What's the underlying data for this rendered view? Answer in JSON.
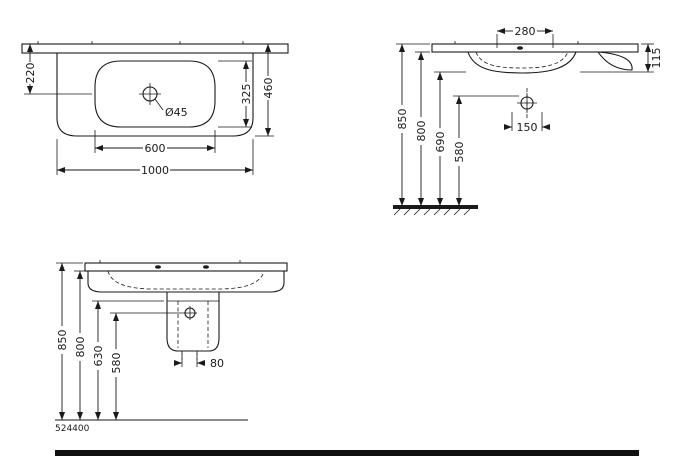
{
  "drawing": {
    "part_number": "524400",
    "plan": {
      "d220": "220",
      "d460": "460",
      "d325": "325",
      "d600": "600",
      "d1000": "1000",
      "drain_diameter": "Ø45"
    },
    "side": {
      "d280": "280",
      "d115": "115",
      "d850": "850",
      "d800": "800",
      "d690": "690",
      "d580": "580",
      "d150": "150"
    },
    "front": {
      "d850": "850",
      "d800": "800",
      "d630": "630",
      "d580": "580",
      "d80": "80"
    }
  }
}
